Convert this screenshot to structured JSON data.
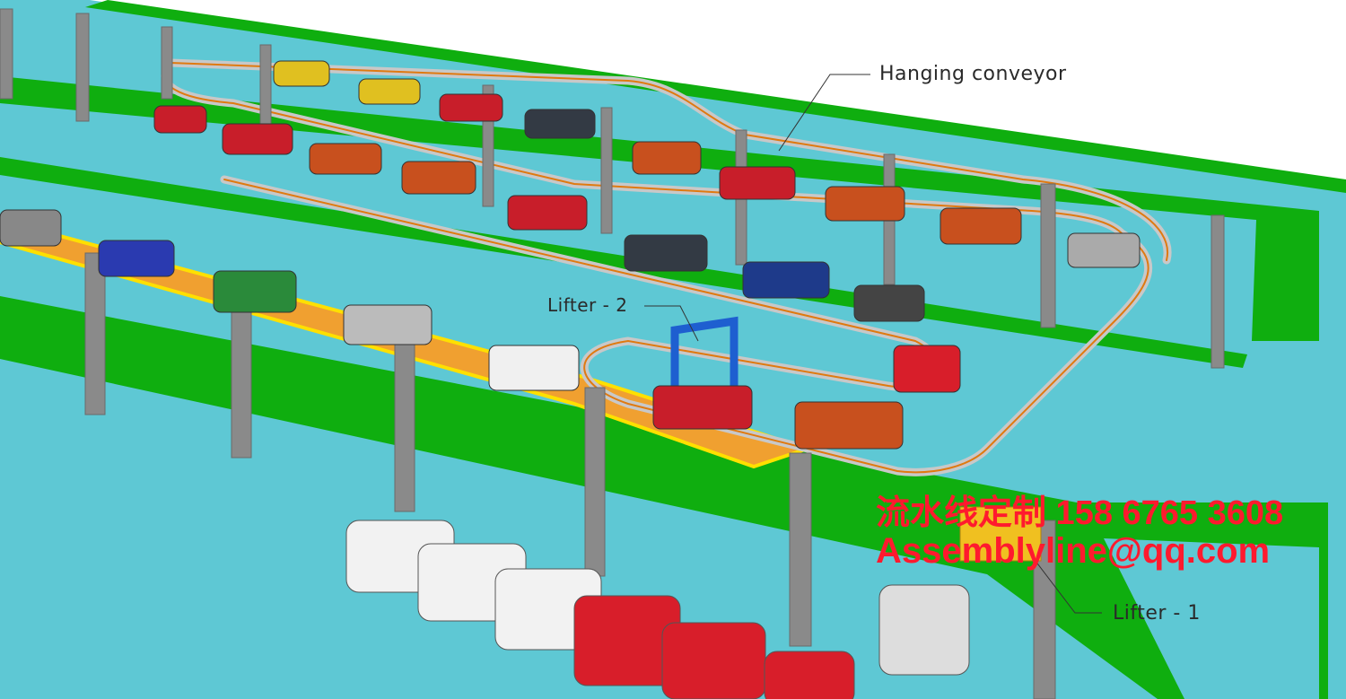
{
  "labels": {
    "hanging_conveyor": "Hanging conveyor",
    "lifter_2": "Lifter - 2",
    "lifter_1": "Lifter - 1"
  },
  "watermark": {
    "line1": "流水线定制 158 6765 3608",
    "line2": "Assemblyline@qq.com"
  },
  "colors": {
    "floor": "#5ec8d4",
    "green": "#0fae0f",
    "track": "#c8c8c8",
    "rail": "#e07a10",
    "pillar": "#8a8a8a",
    "watermark": "#ff1a2e"
  }
}
